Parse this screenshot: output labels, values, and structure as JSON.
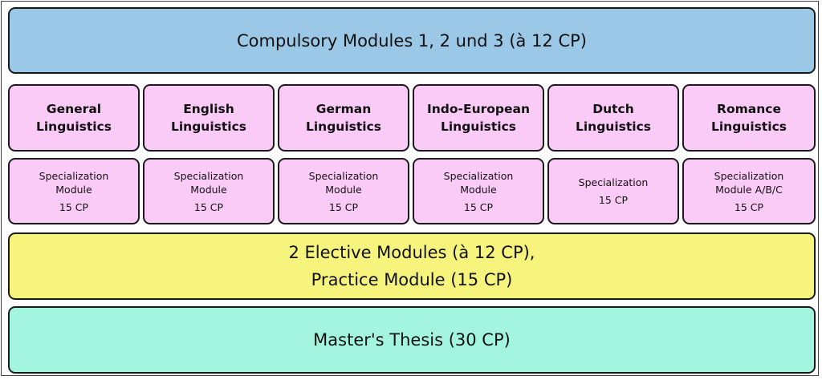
{
  "compulsory": {
    "label": "Compulsory Modules 1, 2 und 3 (à 12 CP)"
  },
  "columns": [
    {
      "name_line1": "General",
      "name_line2": "Linguistics",
      "spec_line1": "Specialization",
      "spec_line2": "Module",
      "spec_cp": "15 CP"
    },
    {
      "name_line1": "English",
      "name_line2": "Linguistics",
      "spec_line1": "Specialization",
      "spec_line2": "Module",
      "spec_cp": "15 CP"
    },
    {
      "name_line1": "German",
      "name_line2": "Linguistics",
      "spec_line1": "Specialization",
      "spec_line2": "Module",
      "spec_cp": "15 CP"
    },
    {
      "name_line1": "Indo-European",
      "name_line2": "Linguistics",
      "spec_line1": "Specialization",
      "spec_line2": "Module",
      "spec_cp": "15 CP"
    },
    {
      "name_line1": "Dutch",
      "name_line2": "Linguistics",
      "spec_line1": "Specialization",
      "spec_line2": "",
      "spec_cp": "15 CP"
    },
    {
      "name_line1": "Romance",
      "name_line2": "Linguistics",
      "spec_line1": "Specialization",
      "spec_line2": "Module A/B/C",
      "spec_cp": "15 CP"
    }
  ],
  "elective": {
    "line1": "2 Elective Modules (à 12 CP),",
    "line2": "Practice Module (15 CP)"
  },
  "thesis": {
    "label": "Master's Thesis (30 CP)"
  },
  "colors": {
    "compulsory": "#9bc8e6",
    "columns": "#fbcbf7",
    "elective": "#f7f47d",
    "thesis": "#a3f5df",
    "border": "#1a1a1a"
  }
}
